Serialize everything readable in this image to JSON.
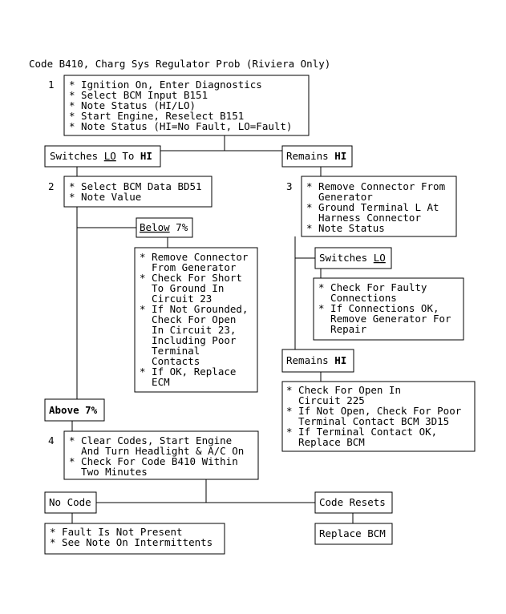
{
  "title": "Code B410, Charg Sys Regulator Prob (Riviera Only)",
  "step1": {
    "number": "1",
    "lines": [
      "* Ignition On, Enter Diagnostics",
      "* Select BCM Input B151",
      "* Note Status (HI/LO)",
      "* Start Engine, Reselect B151",
      "* Note Status (HI=No Fault, LO=Fault)"
    ]
  },
  "branch_switches": {
    "prefix": "Switches ",
    "lo": "LO",
    "to": " To ",
    "hi": "HI"
  },
  "branch_remains_hi": {
    "prefix": "Remains ",
    "hi": "HI"
  },
  "step2": {
    "number": "2",
    "lines": [
      "* Select BCM Data BD51",
      "* Note Value"
    ]
  },
  "below": {
    "label": "Below",
    "suffix": " 7%"
  },
  "below_action": {
    "lines": [
      "* Remove Connector",
      "  From Generator",
      "* Check For Short",
      "  To Ground In",
      "  Circuit 23",
      "* If Not Grounded,",
      "  Check For Open",
      "  In Circuit 23,",
      "  Including Poor",
      "  Terminal",
      "  Contacts",
      "* If OK, Replace",
      "  ECM"
    ]
  },
  "above": {
    "label": "Above 7%"
  },
  "step3": {
    "number": "3",
    "lines": [
      "* Remove Connector From",
      "  Generator",
      "* Ground Terminal L At",
      "  Harness Connector",
      "* Note Status"
    ]
  },
  "switches_lo": {
    "prefix": "Switches ",
    "lo": "LO"
  },
  "switches_lo_action": {
    "lines": [
      "* Check For Faulty",
      "  Connections",
      "* If Connections OK,",
      "  Remove Generator For",
      "  Repair"
    ]
  },
  "remains_hi_2": {
    "prefix": "Remains ",
    "hi": "HI"
  },
  "remains_hi_action": {
    "lines": [
      "* Check For Open In",
      "  Circuit 225",
      "* If Not Open, Check For Poor",
      "  Terminal Contact BCM 3D15",
      "* If Terminal Contact OK,",
      "  Replace BCM"
    ]
  },
  "step4": {
    "number": "4",
    "lines": [
      "* Clear Codes, Start Engine",
      "  And Turn Headlight & A/C On",
      "* Check For Code B410 Within",
      "  Two Minutes"
    ]
  },
  "no_code": {
    "label": "No Code"
  },
  "no_code_action": {
    "lines": [
      "* Fault Is Not Present",
      "* See Note On Intermittents"
    ]
  },
  "code_resets": {
    "label": "Code Resets"
  },
  "code_resets_action": {
    "label": "Replace BCM"
  }
}
